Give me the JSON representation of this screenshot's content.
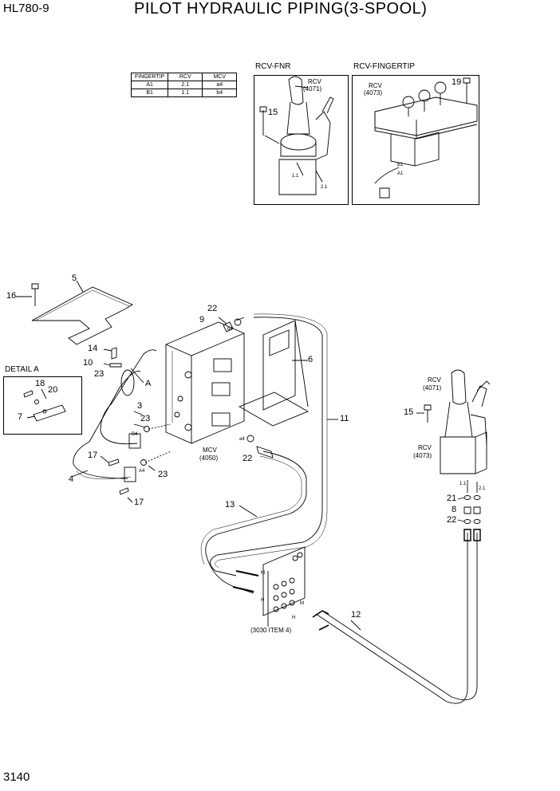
{
  "header": {
    "model": "HL780-9",
    "title": "PILOT HYDRAULIC PIPING(3-SPOOL)"
  },
  "footer": {
    "page": "3140"
  },
  "ref_table": {
    "headers": [
      "FINGERTIP",
      "RCV",
      "MCV"
    ],
    "rows": [
      [
        "A1",
        "2.1",
        "a4"
      ],
      [
        "B1",
        "1.1",
        "b4"
      ]
    ]
  },
  "inset_fnr": {
    "label": "RCV-FNR",
    "rcv_label": "RCV",
    "rcv_num": "(4071)",
    "callout": "15",
    "port_a": "1.1",
    "port_b": "2.1"
  },
  "inset_fingertip": {
    "label": "RCV-FINGERTIP",
    "rcv_label": "RCV",
    "rcv_num": "(4073)",
    "callout": "19",
    "port_b": "B1",
    "port_a": "A1"
  },
  "detail_a": {
    "label": "DETAIL A",
    "callouts": [
      "18",
      "20",
      "7"
    ]
  },
  "main": {
    "callouts": {
      "c5": "5",
      "c16": "16",
      "c14": "14",
      "c10": "10",
      "c23a": "23",
      "cA": "A",
      "c3": "3",
      "c23b": "23",
      "c17a": "17",
      "c4": "4",
      "c23c": "23",
      "c17b": "17",
      "c22a": "22",
      "c9": "9",
      "c6": "6",
      "c11": "11",
      "c22b": "22",
      "c13": "13",
      "c12": "12",
      "c15": "15",
      "c21": "21",
      "c8": "8",
      "c22c": "22"
    },
    "mcv_label": "MCV",
    "mcv_num": "(4050)",
    "rcv_top_label": "RCV",
    "rcv_top_num": "(4071)",
    "rcv_bot_label": "RCV",
    "rcv_bot_num": "(4073)",
    "ref_3030": "(3030 ITEM 4)",
    "port_b4": "b4",
    "port_a4": "a4",
    "port_B4": "B4",
    "port_A4": "A4",
    "port_11": "1.1",
    "port_21": "2.1",
    "mark_m1": "M",
    "mark_h1": "H",
    "mark_m2": "M",
    "mark_h2": "H"
  }
}
